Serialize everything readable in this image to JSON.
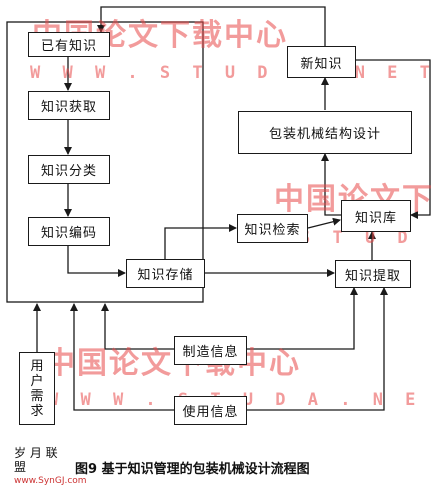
{
  "nodes": {
    "existing_knowledge": "已有知识",
    "knowledge_acquisition": "知识获取",
    "knowledge_classification": "知识分类",
    "knowledge_coding": "知识编码",
    "knowledge_storage": "知识存储",
    "knowledge_retrieval": "知识检索",
    "knowledge_base": "知识库",
    "knowledge_extraction": "知识提取",
    "packaging_design": "包装机械结构设计",
    "new_knowledge": "新知识",
    "manufacturing_info": "制造信息",
    "usage_info": "使用信息",
    "user_demand": [
      "用",
      "户",
      "需",
      "求"
    ]
  },
  "caption": "图9  基于知识管理的包装机械设计流程图",
  "watermarks": {
    "cn": "中国论文下载中心",
    "en": "W W W . S T U D A . N E T",
    "cn_partial": "中国论文下",
    "en_partial": "S T U D"
  },
  "logo": {
    "line1": "岁 月 联 盟",
    "line2": "www.SynGJ.com"
  },
  "colors": {
    "line": "#1a1a1a",
    "watermark": "#e84a4a"
  }
}
